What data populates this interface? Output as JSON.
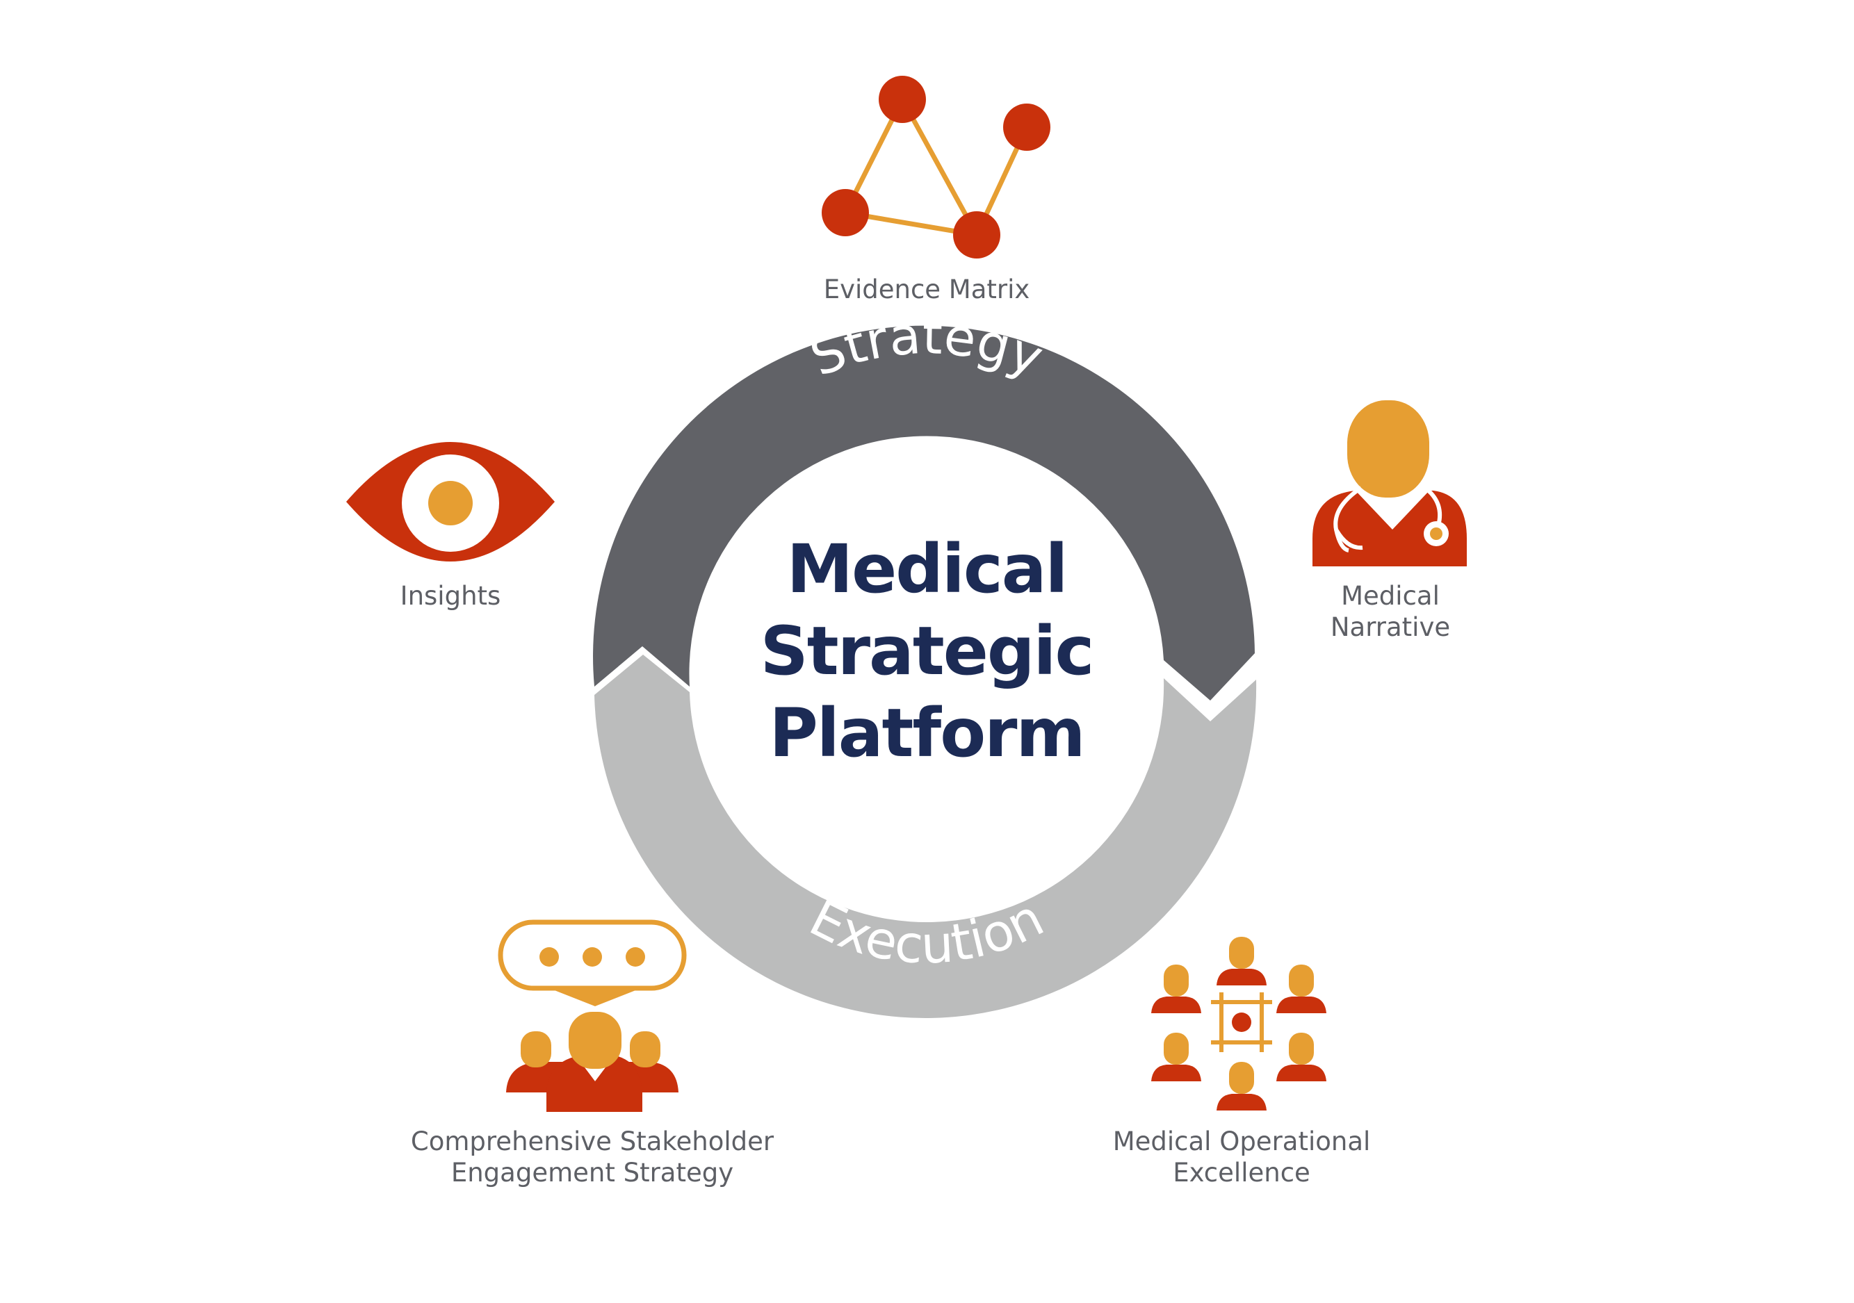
{
  "center": {
    "line1": "Medical",
    "line2": "Strategic",
    "line3": "Platform"
  },
  "ring": {
    "top_label": "Strategy",
    "bottom_label": "Execution"
  },
  "nodes": {
    "evidence_matrix": {
      "label": "Evidence Matrix",
      "icon": "network-icon"
    },
    "insights": {
      "label": "Insights",
      "icon": "eye-icon"
    },
    "medical_narrative": {
      "line1": "Medical",
      "line2": "Narrative",
      "icon": "doctor-icon"
    },
    "stakeholder": {
      "line1": "Comprehensive Stakeholder",
      "line2": "Engagement Strategy",
      "icon": "group-chat-icon"
    },
    "operational": {
      "line1": "Medical Operational",
      "line2": "Excellence",
      "icon": "team-network-icon"
    }
  },
  "colors": {
    "ring_dark": "#616267",
    "ring_light": "#bbbcbc",
    "title_navy": "#1c2b55",
    "label_gray": "#5d5f65",
    "accent_red": "#c9310c",
    "accent_orange": "#e69e32"
  }
}
